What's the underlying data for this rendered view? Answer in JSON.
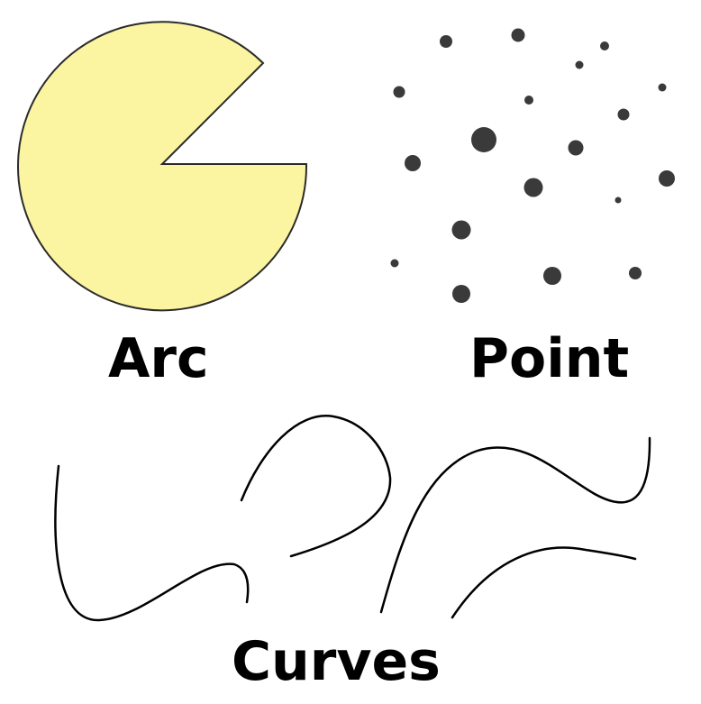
{
  "labels": {
    "arc": "Arc",
    "point": "Point",
    "curves": "Curves"
  },
  "colors": {
    "arc_fill": "#fbf5a1",
    "arc_stroke": "#2b2b2b",
    "point_fill": "#3a3a3a",
    "curve_stroke": "#000000",
    "text": "#000000"
  },
  "icons": {
    "arc": "pie-wedge-shape",
    "point": "dot-cluster",
    "curves": "freeform-curves"
  }
}
